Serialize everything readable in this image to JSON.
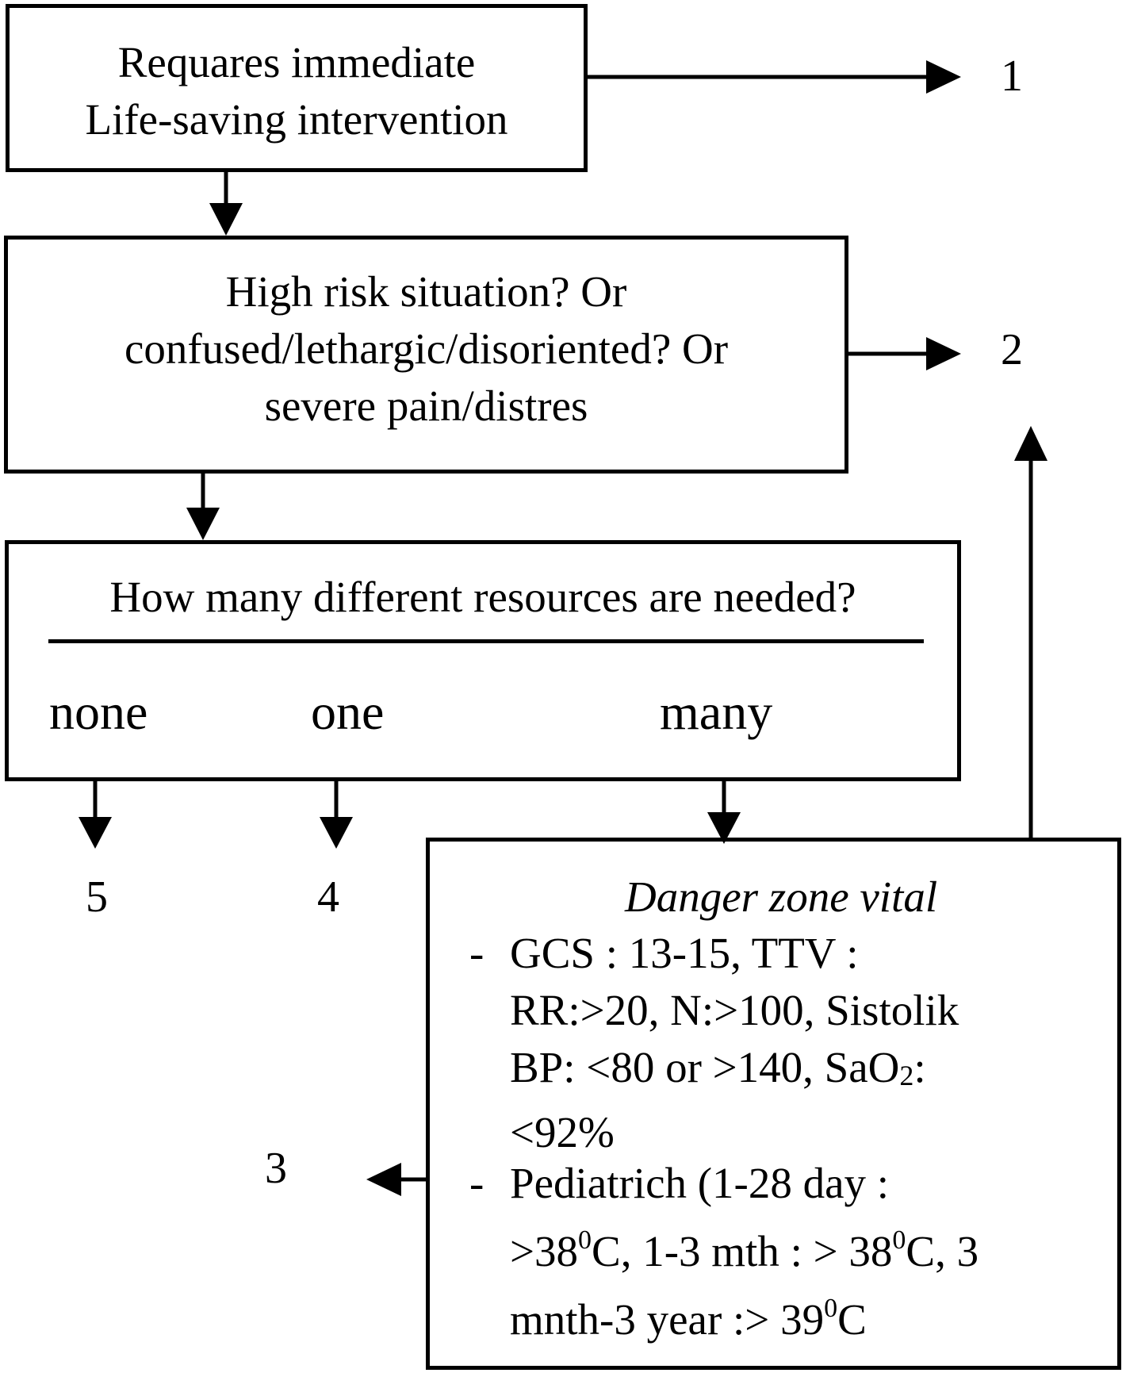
{
  "boxes": {
    "b1": {
      "lines": [
        "Requares immediate",
        "Life-saving intervention"
      ]
    },
    "b2": {
      "lines": [
        "High risk situation? Or",
        "confused/lethargic/disoriented? Or",
        "severe pain/distres"
      ]
    },
    "b3": {
      "question": "How many different resources are needed?",
      "options": [
        "none",
        "one",
        "many"
      ]
    },
    "b4": {
      "title": "Danger zone vital",
      "bullet1_dash": "-",
      "bullet1_lines": [
        "GCS : 13-15, TTV :",
        "RR:>20, N:>100,  Sistolik"
      ],
      "bullet1_line3_pre": "BP: <80 or >140, SaO",
      "bullet1_line3_sub": "2",
      "bullet1_line3_post": ":",
      "bullet1_line4": "<92%",
      "bullet2_dash": "-",
      "bullet2_line1": "Pediatrich (1-28 day :",
      "bullet2_line2": {
        "a": ">38",
        "sup1": "0",
        "b": "C, 1-3 mth : > 38",
        "sup2": "0",
        "c": "C, 3"
      },
      "bullet2_line3": {
        "a": "mnth-3 year :> 39",
        "sup": "0",
        "b": "C"
      }
    }
  },
  "levels": {
    "l1": "1",
    "l2": "2",
    "l3": "3",
    "l4": "4",
    "l5": "5"
  }
}
